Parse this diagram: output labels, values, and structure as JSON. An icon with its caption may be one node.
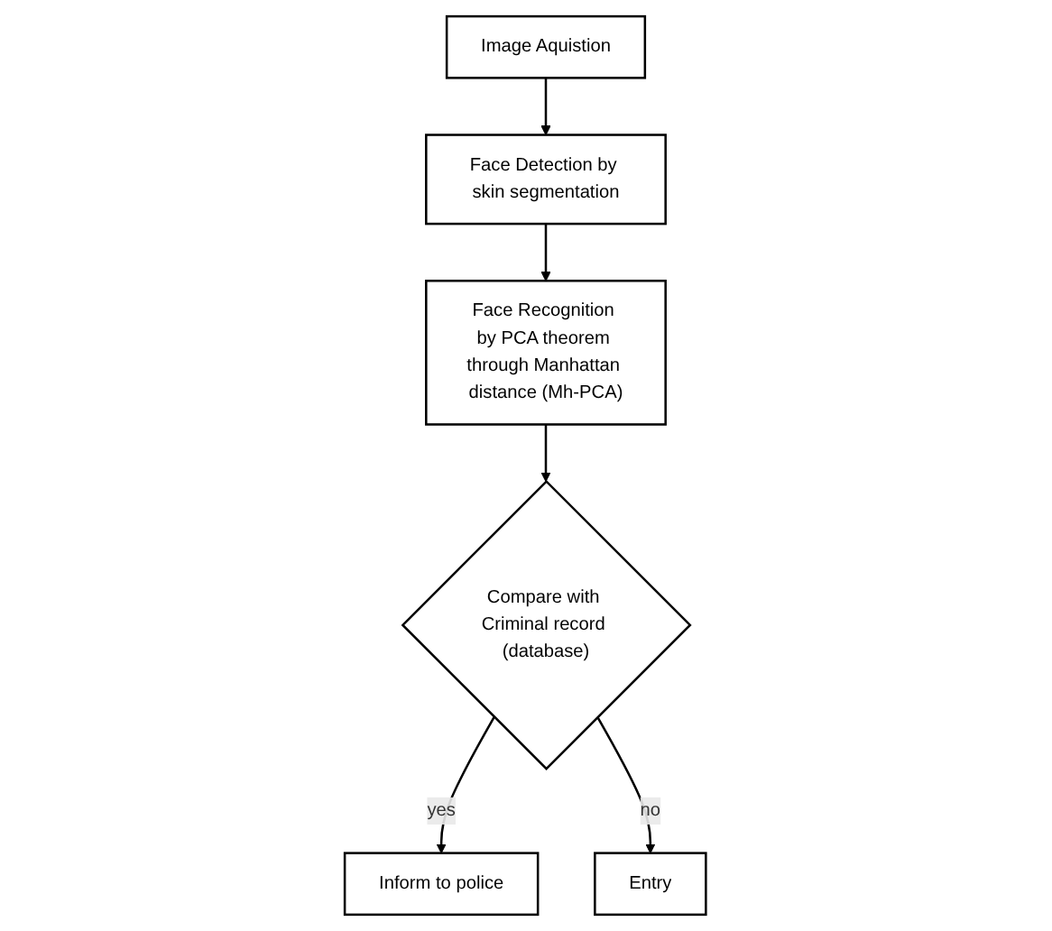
{
  "diagram": {
    "nodes": [
      {
        "text": [
          "Image Aquistion"
        ]
      },
      {
        "text": [
          "Face Detection by skin segmentation"
        ]
      },
      {
        "text": [
          "Face Recognition by PCA theorem through Manhattan distance (Mh-PCA)"
        ]
      },
      {
        "text": [
          "Compare with Criminal record (database)"
        ]
      },
      {
        "text": [
          "Inform to police"
        ]
      },
      {
        "text": [
          "Entry"
        ]
      }
    ],
    "edges": [
      {
        "from": 0,
        "to": 1,
        "arrow": "to"
      },
      {
        "from": 1,
        "to": 2,
        "arrow": "to"
      },
      {
        "from": 2,
        "to": 3,
        "arrow": "to"
      },
      {
        "from": 3,
        "to": 4,
        "label": "yes",
        "arrow": "to"
      },
      {
        "from": 3,
        "to": 5,
        "label": "no",
        "arrow": "to"
      }
    ]
  }
}
